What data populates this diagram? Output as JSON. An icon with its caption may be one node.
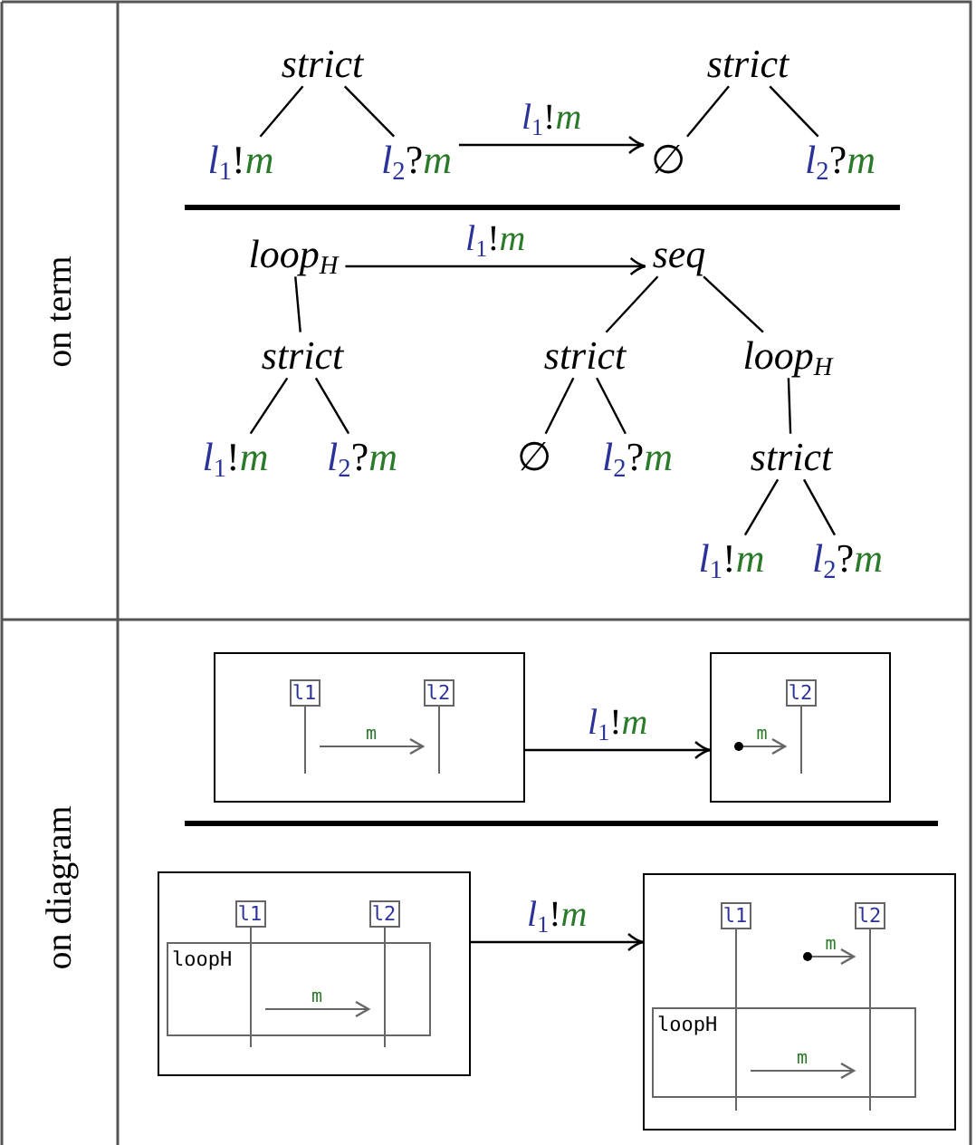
{
  "diagram": {
    "nodes": [
      {
        "text": [
          "strict"
        ]
      },
      {
        "text": [
          "*l*$_{1}$!*m*"
        ]
      },
      {
        "text": [
          "*l*$_{2}$?*m*"
        ]
      },
      {
        "text": [
          "strict"
        ]
      },
      {
        "text": [
          "∅"
        ]
      },
      {
        "text": [
          "*l*$_{2}$?*m*"
        ]
      },
      {
        "text": [
          "loop$_{H}$"
        ]
      },
      {
        "text": [
          "strict"
        ]
      },
      {
        "text": [
          "*l*$_{1}$!*m*"
        ]
      },
      {
        "text": [
          "*l*$_{2}$?*m*"
        ]
      },
      {
        "text": [
          "seq"
        ]
      },
      {
        "text": [
          "strict"
        ]
      },
      {
        "text": [
          "∅"
        ]
      },
      {
        "text": [
          "*l*$_{2}$?*m*"
        ]
      },
      {
        "text": [
          "loop$_{H}$"
        ]
      },
      {
        "text": [
          "strict"
        ]
      },
      {
        "text": [
          "*l*$_{1}$!*m*"
        ]
      },
      {
        "text": [
          "*l*$_{2}$?*m*"
        ]
      },
      {
        "text": [],
        "shape": "box"
      },
      {
        "text": [
          "l1"
        ],
        "in": 18
      },
      {
        "text": [
          "l2"
        ],
        "in": 18
      },
      {
        "text": [],
        "shape": "box"
      },
      {
        "text": [
          "l2"
        ],
        "in": 21
      },
      {
        "text": [],
        "shape": "box"
      },
      {
        "text": [
          "l1"
        ],
        "in": 23
      },
      {
        "text": [
          "l2"
        ],
        "in": 23
      },
      {
        "text": [],
        "shape": "box"
      },
      {
        "text": [
          "l1"
        ],
        "in": 26
      },
      {
        "text": [
          "l2"
        ],
        "in": 26
      }
    ],
    "edges": [
      {
        "from": 0,
        "to": 1,
        "arrow": "none"
      },
      {
        "from": 0,
        "to": 2,
        "arrow": "none"
      },
      {
        "from": 3,
        "to": 4,
        "arrow": "none"
      },
      {
        "from": 3,
        "to": 5,
        "arrow": "none"
      },
      {
        "from": 6,
        "to": 7,
        "arrow": "none"
      },
      {
        "from": 7,
        "to": 8,
        "arrow": "none"
      },
      {
        "from": 7,
        "to": 9,
        "arrow": "none"
      },
      {
        "from": 10,
        "to": 11,
        "arrow": "none"
      },
      {
        "from": 10,
        "to": 14,
        "arrow": "none"
      },
      {
        "from": 11,
        "to": 12,
        "arrow": "none"
      },
      {
        "from": 11,
        "to": 13,
        "arrow": "none"
      },
      {
        "from": 14,
        "to": 15,
        "arrow": "none"
      },
      {
        "from": 15,
        "to": 16,
        "arrow": "none"
      },
      {
        "from": 15,
        "to": 17,
        "arrow": "none"
      },
      {
        "from": 2,
        "to": 4,
        "arrow": "to",
        "label": "*l*$_{1}$!*m*"
      },
      {
        "from": 6,
        "to": 10,
        "arrow": "to",
        "label": "*l*$_{1}$!*m*"
      },
      {
        "from": 19,
        "to": 20,
        "arrow": "to",
        "label": "m",
        "color": "#666666"
      },
      {
        "from": null,
        "to": 22,
        "arrow": "to",
        "label": "m",
        "color": "#666666"
      },
      {
        "from": 18,
        "to": 21,
        "arrow": "to",
        "label": "*l*$_{1}$!*m*"
      },
      {
        "from": 24,
        "to": 25,
        "arrow": "to",
        "label": "m",
        "color": "#666666"
      },
      {
        "from": 23,
        "to": 26,
        "arrow": "to",
        "label": "*l*$_{1}$!*m*"
      },
      {
        "from": null,
        "to": 28,
        "arrow": "to",
        "label": "m",
        "color": "#666666"
      },
      {
        "from": 27,
        "to": 28,
        "arrow": "to",
        "label": "m",
        "color": "#666666"
      }
    ],
    "labels": [
      "on term",
      "on diagram",
      "loopH",
      "loopH"
    ]
  }
}
